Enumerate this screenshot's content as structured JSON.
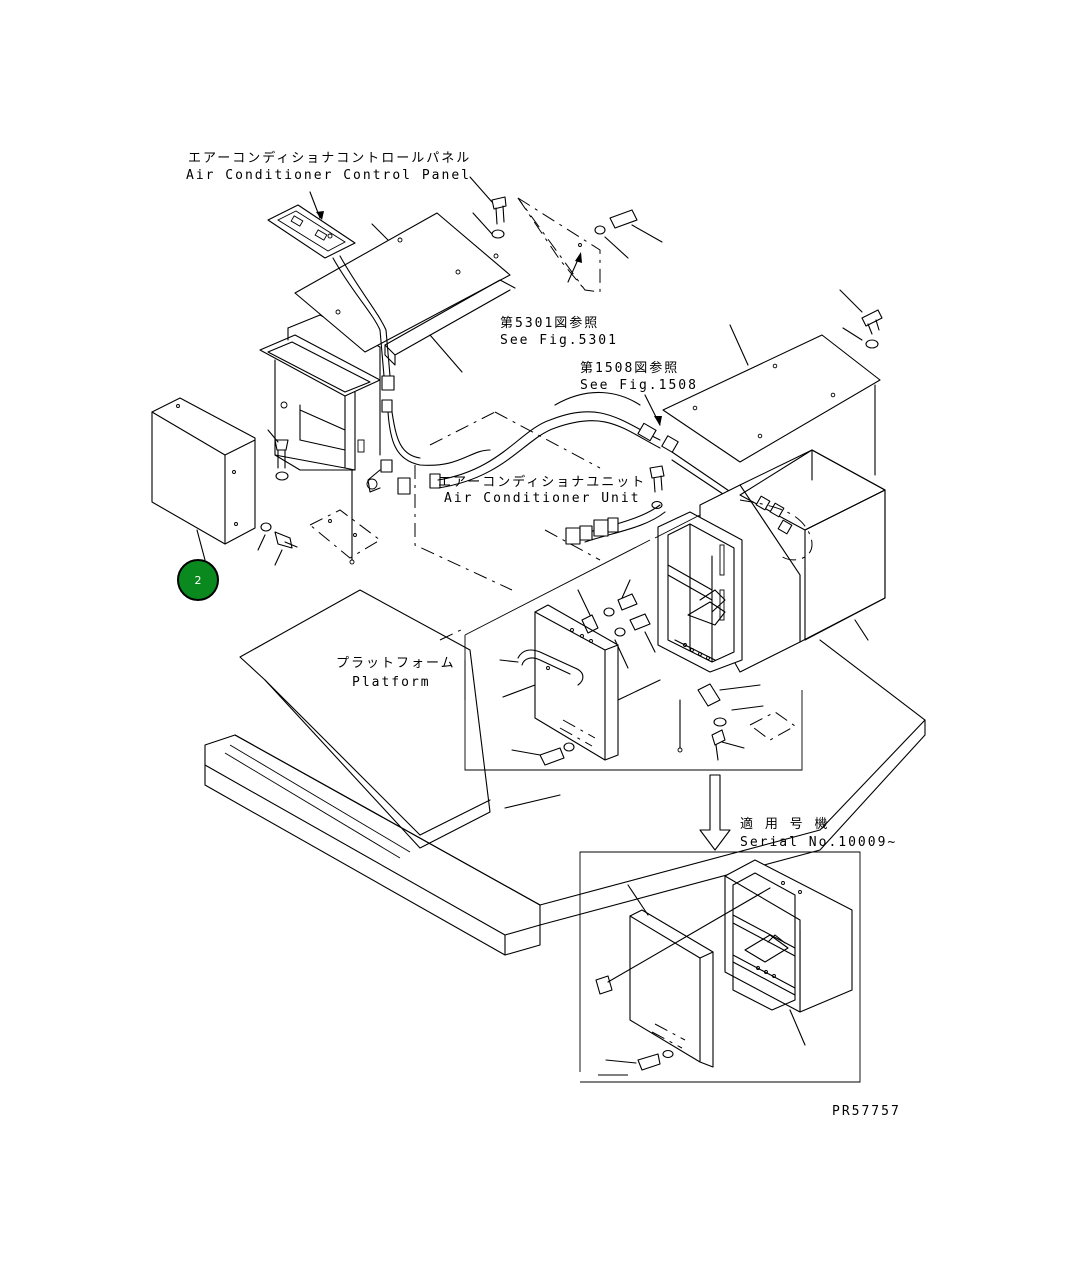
{
  "labels": {
    "control_panel_jp": "エアーコンディショナコントロールパネル",
    "control_panel_en": "Air Conditioner Control Panel",
    "fig5301_jp": "第5301図参照",
    "fig5301_en": "See Fig.5301",
    "fig1508_jp": "第1508図参照",
    "fig1508_en": "See Fig.1508",
    "unit_jp": "エアーコンディショナユニット",
    "unit_en": "Air Conditioner Unit",
    "platform_jp": "プラットフォーム",
    "platform_en": "Platform",
    "serial_jp": "適 用 号 機",
    "serial_en": "Serial No.10009~",
    "drawing_no": "PR57757"
  },
  "callouts": [
    {
      "number": "2",
      "color": "#0a8a1e"
    }
  ]
}
